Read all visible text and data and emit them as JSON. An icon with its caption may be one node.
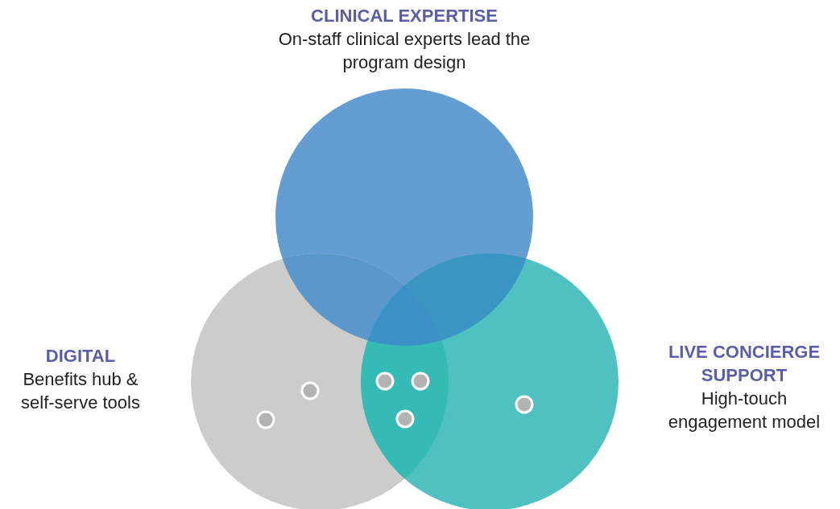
{
  "diagram": {
    "nodes": [
      {
        "text": [
          "CLINICAL EXPERTISE",
          "On-staff clinical experts lead the program design"
        ]
      },
      {
        "text": [
          "DIGITAL",
          "Benefits hub & self-serve tools"
        ]
      },
      {
        "text": [
          "LIVE CONCIERGE SUPPORT",
          "High-touch engagement model"
        ]
      }
    ]
  }
}
